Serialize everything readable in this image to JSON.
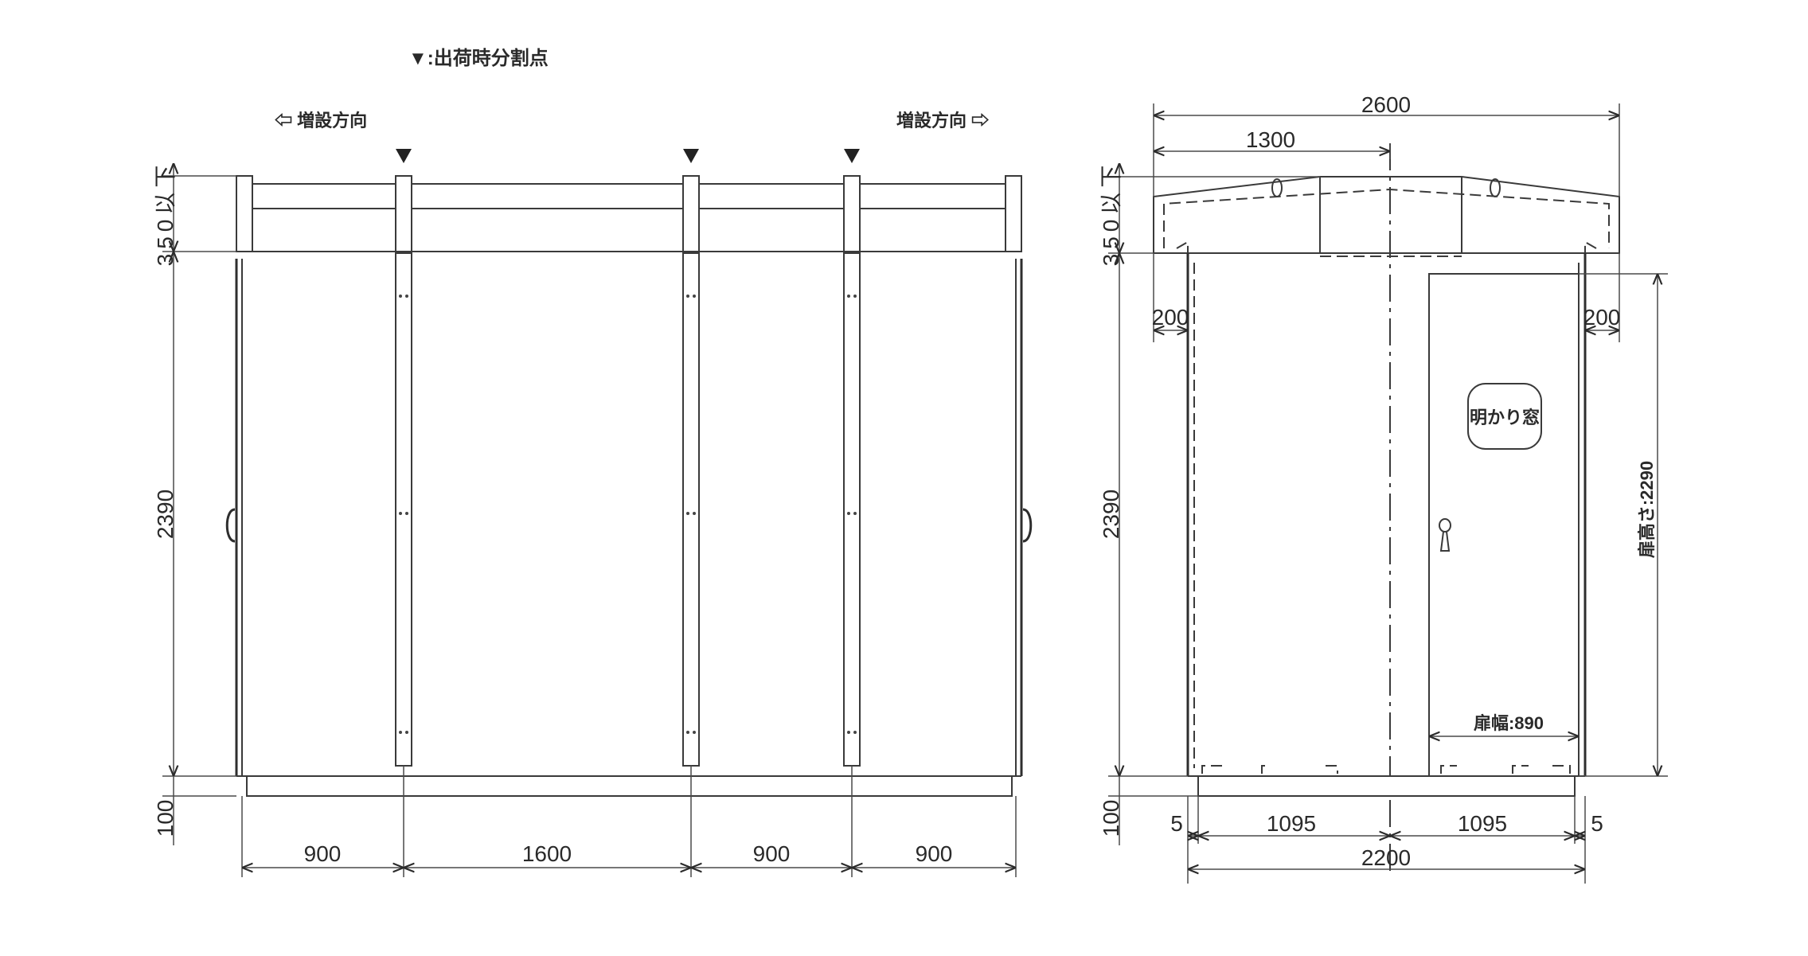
{
  "legend": {
    "split_point": "▼:出荷時分割点",
    "extend_left": "⇦ 増設方向",
    "extend_right": "増設方向 ⇨"
  },
  "left_view": {
    "dim_roof": "350以下",
    "dim_height": "2390",
    "dim_base": "100",
    "dim_widths": [
      "900",
      "1600",
      "900",
      "900"
    ]
  },
  "right_view": {
    "dim_total_width": "2600",
    "dim_half_width": "1300",
    "dim_roof": "350以下",
    "dim_height": "2390",
    "dim_base": "100",
    "dim_eave_left": "200",
    "dim_eave_right": "200",
    "window_label": "明かり窓",
    "door_height": "扉高さ:2290",
    "door_width": "扉幅:890",
    "dim_offset_left": "5",
    "dim_offset_right": "5",
    "dim_half_left": "1095",
    "dim_half_right": "1095",
    "dim_body_width": "2200"
  }
}
